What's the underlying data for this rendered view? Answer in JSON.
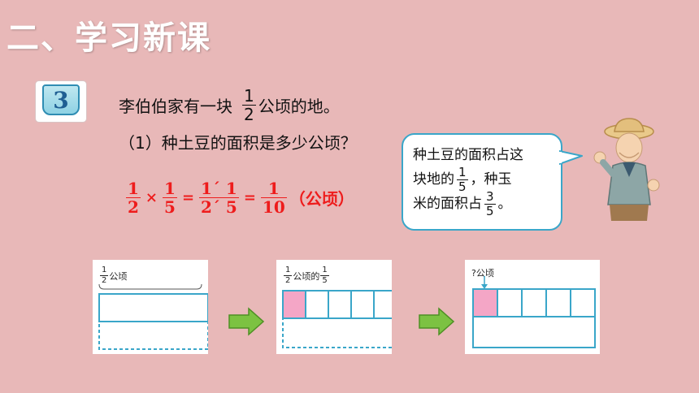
{
  "header": {
    "title": "二、学习新课"
  },
  "badge": {
    "number": "3"
  },
  "problem": {
    "line1_before": "李伯伯家有一块",
    "fraction": {
      "num": "1",
      "den": "2"
    },
    "line1_after": "公顷的地。",
    "line2": "（1）种土豆的面积是多少公顷？"
  },
  "formula": {
    "f1": {
      "num": "1",
      "den": "2"
    },
    "times": "×",
    "f2": {
      "num": "1",
      "den": "5"
    },
    "eq1": "=",
    "f3": {
      "num": "1´ 1",
      "den": "2´ 5"
    },
    "eq2": "=",
    "f4": {
      "num": "1",
      "den": "10"
    },
    "unit": "（公顷）"
  },
  "bubble": {
    "line1": "种土豆的面积占这",
    "line2_before": "块地的",
    "frac_a": {
      "num": "1",
      "den": "5"
    },
    "line2_after": "，种玉",
    "line3_before": "米的面积占",
    "frac_b": {
      "num": "3",
      "den": "5"
    },
    "line3_after": "。"
  },
  "panels": [
    {
      "frac": {
        "num": "1",
        "den": "2"
      },
      "text_after": "公顷"
    },
    {
      "frac_a": {
        "num": "1",
        "den": "2"
      },
      "text_mid": "公顷的",
      "frac_b": {
        "num": "1",
        "den": "5"
      }
    },
    {
      "text": "?公顷"
    }
  ],
  "colors": {
    "background": "#e8b8b8",
    "formula": "#ee1c1c",
    "outline": "#3aa6c9",
    "highlight": "#f4a6c6",
    "arrow": "#7cc242"
  },
  "icons": {
    "arrow": "green-right-arrow-icon",
    "badge": "book-number-icon"
  }
}
